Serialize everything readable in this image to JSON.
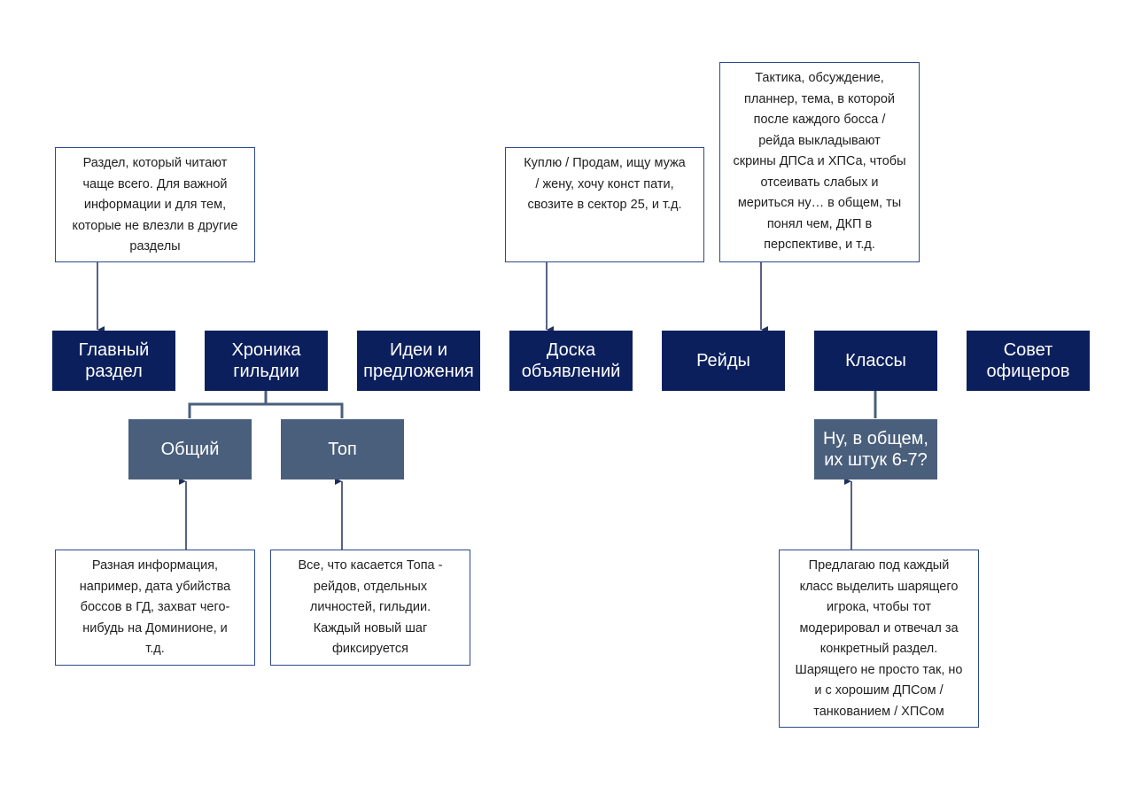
{
  "sections": {
    "main": "Главный\nраздел",
    "chronicle": "Хроника\nгильдии",
    "ideas": "Идеи и\nпредложения",
    "board": "Доска\nобъявлений",
    "raids": "Рейды",
    "classes": "Классы",
    "council": "Совет\nофицеров"
  },
  "subsections": {
    "general": "Общий",
    "top": "Топ",
    "class_count": "Ну, в общем,\nих штук 6-7?"
  },
  "notes": {
    "main": "Раздел, который читают\nчаще всего. Для важной\nинформации и для тем,\nкоторые не влезли в другие\nразделы",
    "board": "Куплю / Продам, ищу мужа\n/ жену, хочу конст пати,\nсвозите в сектор 25, и т.д.",
    "raids": "Тактика, обсуждение,\nпланнер, тема, в которой\nпосле каждого босса /\nрейда выкладывают\nскрины ДПСа и ХПСа, чтобы\nотсеивать слабых и\nмериться ну… в общем, ты\nпонял чем, ДКП в\nперспективе, и т.д.",
    "general": "Разная информация,\nнапример, дата убийства\nбоссов в ГД, захват чего-\nнибудь на Доминионе, и\nт.д.",
    "top": "Все, что касается Топа -\nрейдов, отдельных\nличностей, гильдии.\nКаждый новый шаг\nфиксируется",
    "classes": "Предлагаю под каждый\nкласс выделить шарящего\nигрока, чтобы тот\nмодерировал и отвечал за\nконкретный раздел.\nШарящего не просто так, но\nи с хорошим ДПСом /\nтанкованием / ХПСом"
  },
  "colors": {
    "primary_box": "#0b1f5c",
    "secondary_box": "#4a5f7c",
    "note_border": "#2c4a8c",
    "arrow": "#1f2f5c",
    "tree_line": "#4a5f7c"
  }
}
